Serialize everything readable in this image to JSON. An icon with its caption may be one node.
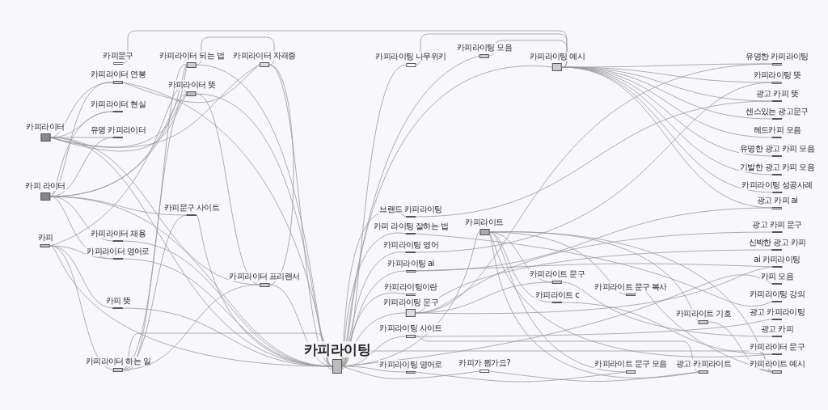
{
  "diagram": {
    "nodes": [
      {
        "text": [
          "카피라이터"
        ]
      },
      {
        "text": [
          "카피 라이터"
        ]
      },
      {
        "text": [
          "카피"
        ]
      },
      {
        "text": [
          "카피문구"
        ]
      },
      {
        "text": [
          "카피라이터 연봉"
        ]
      },
      {
        "text": [
          "카피라이터 현실"
        ]
      },
      {
        "text": [
          "유명 카피라이터"
        ]
      },
      {
        "text": [
          "카피라이터 채용"
        ]
      },
      {
        "text": [
          "카피라이터 영어로"
        ]
      },
      {
        "text": [
          "카피 뜻"
        ]
      },
      {
        "text": [
          "카피라이터 하는 일"
        ]
      },
      {
        "text": [
          "카피라이터 되는 법"
        ]
      },
      {
        "text": [
          "카피라이터 자격증"
        ]
      },
      {
        "text": [
          "카피라이터 뜻"
        ]
      },
      {
        "text": [
          "카피문구 사이트"
        ]
      },
      {
        "text": [
          "카피라이터 프리랜서"
        ]
      },
      {
        "text": [
          "카피라이팅"
        ]
      },
      {
        "text": [
          "카피라이팅 나무위키"
        ]
      },
      {
        "text": [
          "브랜드 카피라이팅"
        ]
      },
      {
        "text": [
          "카피 라이팅 잘하는 법"
        ]
      },
      {
        "text": [
          "카피라이팅 영어"
        ]
      },
      {
        "text": [
          "카피라이팅 ai"
        ]
      },
      {
        "text": [
          "카피라이팅이란"
        ]
      },
      {
        "text": [
          "카피라이팅 문구"
        ]
      },
      {
        "text": [
          "카피라이팅 사이트"
        ]
      },
      {
        "text": [
          "카피라이팅 영어로"
        ]
      },
      {
        "text": [
          "카피라이팅 모음"
        ]
      },
      {
        "text": [
          "카피라이팅 예시"
        ]
      },
      {
        "text": [
          "카피라이트"
        ]
      },
      {
        "text": [
          "카피라이트 문구"
        ]
      },
      {
        "text": [
          "카피라이트 c"
        ]
      },
      {
        "text": [
          "카피가 뭔가요?"
        ]
      },
      {
        "text": [
          "카피라이트 문구 복사"
        ]
      },
      {
        "text": [
          "카피라이트 문구 모음"
        ]
      },
      {
        "text": [
          "카피라이트 기호"
        ]
      },
      {
        "text": [
          "광고 카피라이트"
        ]
      },
      {
        "text": [
          "유명한 카피라이팅"
        ]
      },
      {
        "text": [
          "카피라이팅 뜻"
        ]
      },
      {
        "text": [
          "광고 카피 뜻"
        ]
      },
      {
        "text": [
          "센스있는 광고문구"
        ]
      },
      {
        "text": [
          "헤드카피 모음"
        ]
      },
      {
        "text": [
          "유명한 광고 카피 모음"
        ]
      },
      {
        "text": [
          "기발한 광고 카피 모음"
        ]
      },
      {
        "text": [
          "카피라이팅 성공사례"
        ]
      },
      {
        "text": [
          "광고 카피 ai"
        ]
      },
      {
        "text": [
          "광고 카피 문구"
        ]
      },
      {
        "text": [
          "신박한 광고 카피"
        ]
      },
      {
        "text": [
          "ai 카피라이팅"
        ]
      },
      {
        "text": [
          "카피 모음"
        ]
      },
      {
        "text": [
          "카피라이팅 강의"
        ]
      },
      {
        "text": [
          "광고 카피라이팅"
        ]
      },
      {
        "text": [
          "광고 카피"
        ]
      },
      {
        "text": [
          "카피라이터 문구"
        ]
      },
      {
        "text": [
          "카피라이트 예시"
        ]
      }
    ],
    "edges": [
      {
        "from": 3,
        "to": 27,
        "arrow": "none"
      },
      {
        "from": 11,
        "to": 12,
        "arrow": "none"
      },
      {
        "from": 17,
        "to": 27,
        "arrow": "none"
      },
      {
        "from": 26,
        "to": 27,
        "arrow": "none"
      },
      {
        "from": 10,
        "to": 16,
        "arrow": "none"
      },
      {
        "from": 16,
        "to": 53,
        "arrow": "none"
      },
      {
        "from": 24,
        "to": 35,
        "arrow": "none"
      },
      {
        "from": 0,
        "to": 4,
        "arrow": "none"
      },
      {
        "from": 0,
        "to": 5,
        "arrow": "none"
      },
      {
        "from": 0,
        "to": 6,
        "arrow": "none"
      },
      {
        "from": 0,
        "to": 11,
        "arrow": "none"
      },
      {
        "from": 0,
        "to": 13,
        "arrow": "none"
      },
      {
        "from": 0,
        "to": 12,
        "arrow": "none"
      },
      {
        "from": 0,
        "to": 16,
        "arrow": "none"
      },
      {
        "from": 0,
        "to": 15,
        "arrow": "none"
      },
      {
        "from": 1,
        "to": 4,
        "arrow": "none"
      },
      {
        "from": 1,
        "to": 5,
        "arrow": "none"
      },
      {
        "from": 1,
        "to": 6,
        "arrow": "none"
      },
      {
        "from": 1,
        "to": 11,
        "arrow": "none"
      },
      {
        "from": 1,
        "to": 13,
        "arrow": "none"
      },
      {
        "from": 1,
        "to": 14,
        "arrow": "none"
      },
      {
        "from": 1,
        "to": 16,
        "arrow": "none"
      },
      {
        "from": 1,
        "to": 7,
        "arrow": "none"
      },
      {
        "from": 1,
        "to": 8,
        "arrow": "none"
      },
      {
        "from": 2,
        "to": 9,
        "arrow": "none"
      },
      {
        "from": 2,
        "to": 8,
        "arrow": "none"
      },
      {
        "from": 2,
        "to": 13,
        "arrow": "none"
      },
      {
        "from": 2,
        "to": 16,
        "arrow": "none"
      },
      {
        "from": 2,
        "to": 10,
        "arrow": "none"
      },
      {
        "from": 10,
        "to": 11,
        "arrow": "none"
      },
      {
        "from": 10,
        "to": 13,
        "arrow": "none"
      },
      {
        "from": 10,
        "to": 15,
        "arrow": "none"
      },
      {
        "from": 10,
        "to": 14,
        "arrow": "none"
      },
      {
        "from": 4,
        "to": 12,
        "arrow": "none"
      },
      {
        "from": 4,
        "to": 16,
        "arrow": "none"
      },
      {
        "from": 13,
        "to": 16,
        "arrow": "none"
      },
      {
        "from": 13,
        "to": 15,
        "arrow": "none"
      },
      {
        "from": 11,
        "to": 16,
        "arrow": "none"
      },
      {
        "from": 12,
        "to": 16,
        "arrow": "none"
      },
      {
        "from": 12,
        "to": 15,
        "arrow": "none"
      },
      {
        "from": 14,
        "to": 16,
        "arrow": "none"
      },
      {
        "from": 15,
        "to": 16,
        "arrow": "none"
      },
      {
        "from": 7,
        "to": 16,
        "arrow": "none"
      },
      {
        "from": 8,
        "to": 16,
        "arrow": "none"
      },
      {
        "from": 9,
        "to": 16,
        "arrow": "none"
      },
      {
        "from": 16,
        "to": 17,
        "arrow": "none"
      },
      {
        "from": 16,
        "to": 18,
        "arrow": "none"
      },
      {
        "from": 16,
        "to": 19,
        "arrow": "none"
      },
      {
        "from": 16,
        "to": 20,
        "arrow": "none"
      },
      {
        "from": 16,
        "to": 21,
        "arrow": "none"
      },
      {
        "from": 16,
        "to": 22,
        "arrow": "none"
      },
      {
        "from": 16,
        "to": 23,
        "arrow": "none"
      },
      {
        "from": 16,
        "to": 24,
        "arrow": "none"
      },
      {
        "from": 16,
        "to": 25,
        "arrow": "none"
      },
      {
        "from": 16,
        "to": 26,
        "arrow": "none"
      },
      {
        "from": 16,
        "to": 27,
        "arrow": "none"
      },
      {
        "from": 16,
        "to": 28,
        "arrow": "none"
      },
      {
        "from": 16,
        "to": 31,
        "arrow": "none"
      },
      {
        "from": 16,
        "to": 48,
        "arrow": "none"
      },
      {
        "from": 27,
        "to": 36,
        "arrow": "none"
      },
      {
        "from": 27,
        "to": 37,
        "arrow": "none"
      },
      {
        "from": 27,
        "to": 38,
        "arrow": "none"
      },
      {
        "from": 27,
        "to": 39,
        "arrow": "none"
      },
      {
        "from": 27,
        "to": 40,
        "arrow": "none"
      },
      {
        "from": 27,
        "to": 41,
        "arrow": "none"
      },
      {
        "from": 27,
        "to": 42,
        "arrow": "none"
      },
      {
        "from": 27,
        "to": 43,
        "arrow": "none"
      },
      {
        "from": 27,
        "to": 44,
        "arrow": "none"
      },
      {
        "from": 23,
        "to": 36,
        "arrow": "none"
      },
      {
        "from": 23,
        "to": 45,
        "arrow": "none"
      },
      {
        "from": 23,
        "to": 46,
        "arrow": "none"
      },
      {
        "from": 23,
        "to": 47,
        "arrow": "none"
      },
      {
        "from": 23,
        "to": 29,
        "arrow": "none"
      },
      {
        "from": 28,
        "to": 29,
        "arrow": "none"
      },
      {
        "from": 28,
        "to": 30,
        "arrow": "none"
      },
      {
        "from": 28,
        "to": 32,
        "arrow": "none"
      },
      {
        "from": 28,
        "to": 33,
        "arrow": "none"
      },
      {
        "from": 28,
        "to": 34,
        "arrow": "none"
      },
      {
        "from": 28,
        "to": 35,
        "arrow": "none"
      },
      {
        "from": 28,
        "to": 53,
        "arrow": "none"
      },
      {
        "from": 28,
        "to": 52,
        "arrow": "none"
      },
      {
        "from": 21,
        "to": 44,
        "arrow": "none"
      },
      {
        "from": 21,
        "to": 47,
        "arrow": "none"
      },
      {
        "from": 20,
        "to": 37,
        "arrow": "none"
      },
      {
        "from": 18,
        "to": 38,
        "arrow": "none"
      },
      {
        "from": 19,
        "to": 49,
        "arrow": "none"
      },
      {
        "from": 24,
        "to": 50,
        "arrow": "none"
      },
      {
        "from": 25,
        "to": 33,
        "arrow": "none"
      },
      {
        "from": 31,
        "to": 35,
        "arrow": "none"
      },
      {
        "from": 29,
        "to": 51,
        "arrow": "none"
      },
      {
        "from": 30,
        "to": 52,
        "arrow": "none"
      },
      {
        "from": 32,
        "to": 53,
        "arrow": "none"
      },
      {
        "from": 34,
        "to": 53,
        "arrow": "none"
      }
    ]
  }
}
